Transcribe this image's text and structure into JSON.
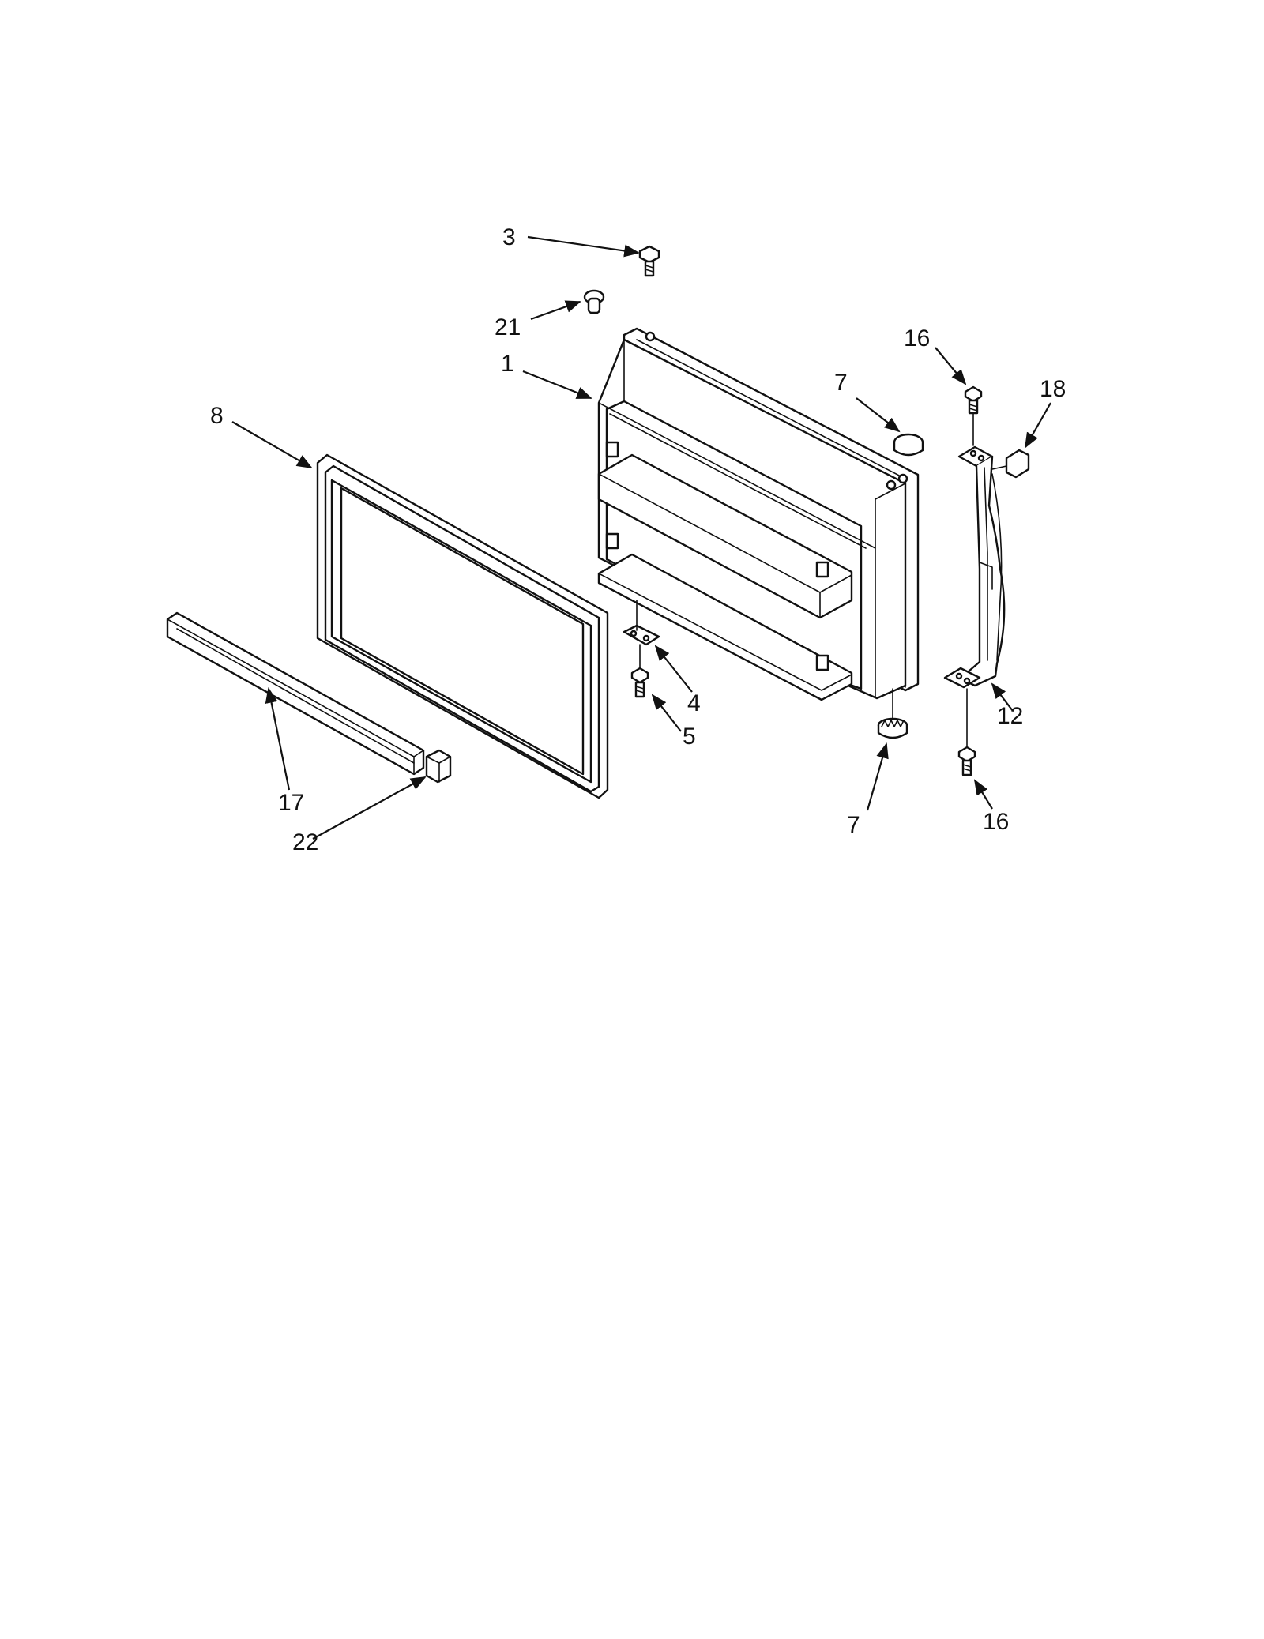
{
  "diagram": {
    "callouts": [
      {
        "id": "c3",
        "label": "3"
      },
      {
        "id": "c21",
        "label": "21"
      },
      {
        "id": "c1",
        "label": "1"
      },
      {
        "id": "c8",
        "label": "8"
      },
      {
        "id": "c7a",
        "label": "7"
      },
      {
        "id": "c16a",
        "label": "16"
      },
      {
        "id": "c18",
        "label": "18"
      },
      {
        "id": "c4",
        "label": "4"
      },
      {
        "id": "c5",
        "label": "5"
      },
      {
        "id": "c12",
        "label": "12"
      },
      {
        "id": "c17",
        "label": "17"
      },
      {
        "id": "c22",
        "label": "22"
      },
      {
        "id": "c7b",
        "label": "7"
      },
      {
        "id": "c16b",
        "label": "16"
      }
    ]
  }
}
